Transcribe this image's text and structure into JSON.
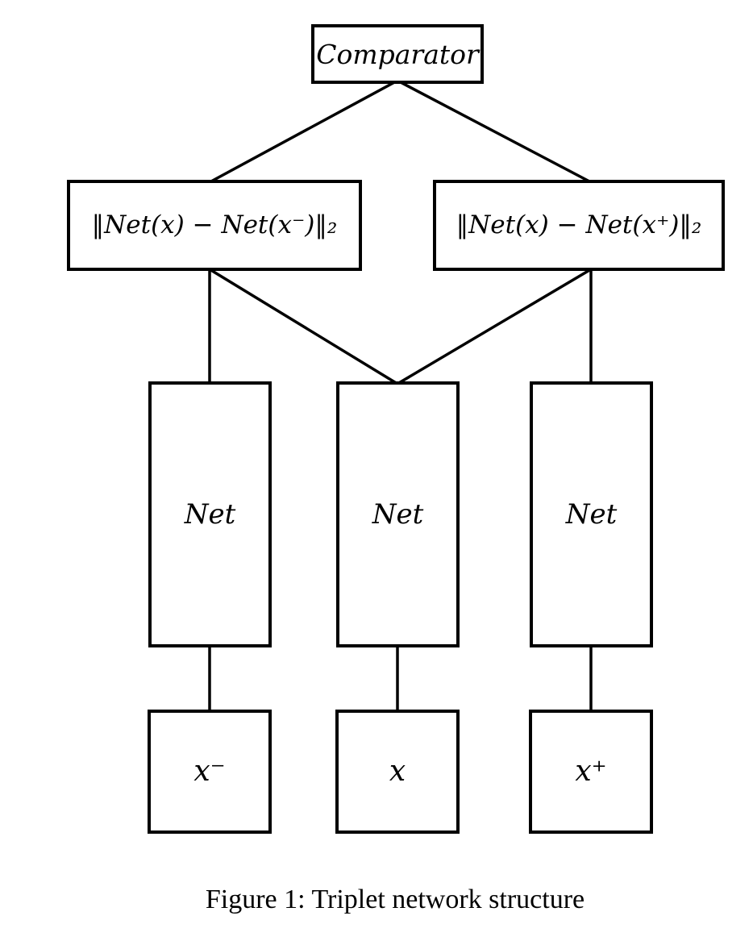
{
  "page": {
    "background_color": "#ffffff",
    "stroke_color": "#000000"
  },
  "figure": {
    "caption": "Figure 1: Triplet network structure"
  },
  "diagram": {
    "type": "triplet-network-block-diagram",
    "nodes": {
      "comparator": {
        "label": "Comparator"
      },
      "distance_negative": {
        "label": "‖Net(x) − Net(x⁻)‖₂"
      },
      "distance_positive": {
        "label": "‖Net(x) − Net(x⁺)‖₂"
      },
      "net_left": {
        "label": "Net"
      },
      "net_middle": {
        "label": "Net"
      },
      "net_right": {
        "label": "Net"
      },
      "input_negative": {
        "label": "x⁻"
      },
      "input_anchor": {
        "label": "x"
      },
      "input_positive": {
        "label": "x⁺"
      }
    },
    "connections": [
      {
        "from": "comparator",
        "to": "distance_negative"
      },
      {
        "from": "comparator",
        "to": "distance_positive"
      },
      {
        "from": "distance_negative",
        "to": "net_left"
      },
      {
        "from": "distance_negative",
        "to": "net_middle"
      },
      {
        "from": "distance_positive",
        "to": "net_middle"
      },
      {
        "from": "distance_positive",
        "to": "net_right"
      },
      {
        "from": "net_left",
        "to": "input_negative"
      },
      {
        "from": "net_middle",
        "to": "input_anchor"
      },
      {
        "from": "net_right",
        "to": "input_positive"
      }
    ]
  }
}
